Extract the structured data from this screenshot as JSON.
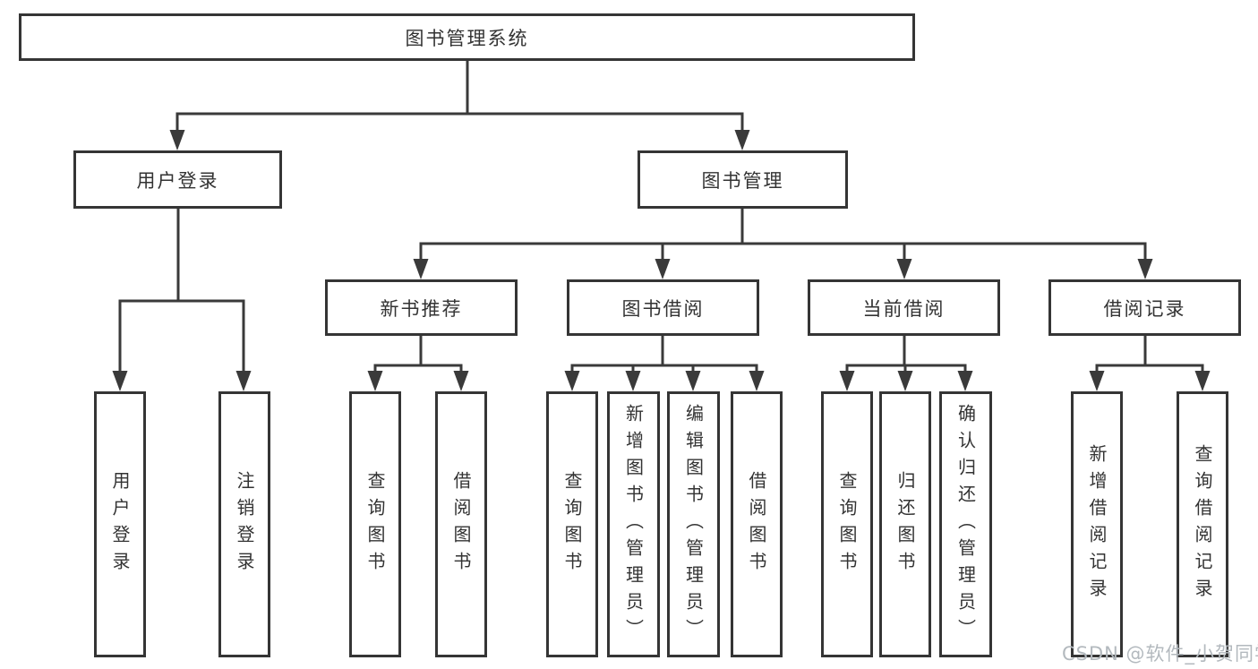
{
  "diagram": {
    "root": {
      "label": "图书管理系统"
    },
    "level2": [
      {
        "label": "用户登录"
      },
      {
        "label": "图书管理"
      }
    ],
    "level3": [
      {
        "label": "新书推荐"
      },
      {
        "label": "图书借阅"
      },
      {
        "label": "当前借阅"
      },
      {
        "label": "借阅记录"
      }
    ],
    "leaves": {
      "user_login": [
        {
          "label": "用户登录"
        },
        {
          "label": "注销登录"
        }
      ],
      "new_book": [
        {
          "label": "查询图书"
        },
        {
          "label": "借阅图书"
        }
      ],
      "book_borrow": [
        {
          "label": "查询图书"
        },
        {
          "label": "新增图书（管理员）"
        },
        {
          "label": "编辑图书（管理员）"
        },
        {
          "label": "借阅图书"
        }
      ],
      "current_borrow": [
        {
          "label": "查询图书"
        },
        {
          "label": "归还图书"
        },
        {
          "label": "确认归还（管理员）"
        }
      ],
      "borrow_record": [
        {
          "label": "新增借阅记录"
        },
        {
          "label": "查询借阅记录"
        }
      ]
    }
  },
  "watermark": {
    "text": "CSDN @软件_小贺同学"
  },
  "colors": {
    "line": "#3a3a3a",
    "border": "#353535",
    "text": "#333333",
    "watermark": "#b3b9be",
    "background": "#ffffff"
  }
}
